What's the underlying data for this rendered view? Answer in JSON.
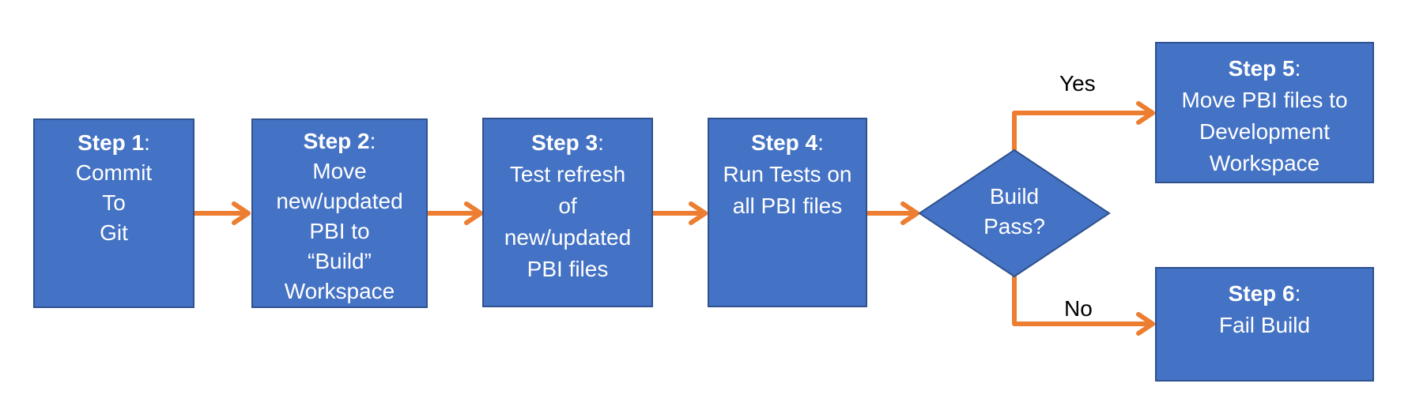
{
  "colors": {
    "box_fill": "#4472C4",
    "box_border": "#2F528F",
    "arrow": "#ED7D31",
    "text_on_box": "#FFFFFF",
    "label_text": "#000000"
  },
  "steps": [
    {
      "title": "Step 1",
      "lines": [
        "Commit",
        "To",
        "Git"
      ]
    },
    {
      "title": "Step 2",
      "lines": [
        "Move",
        "new/updated",
        "PBI to",
        "“Build”",
        "Workspace"
      ]
    },
    {
      "title": "Step 3",
      "lines": [
        "Test refresh",
        "of",
        "new/updated",
        "PBI files"
      ]
    },
    {
      "title": "Step 4",
      "lines": [
        "Run Tests on",
        "all PBI files"
      ]
    },
    {
      "title": "Step 5",
      "lines": [
        "Move PBI files to",
        "Development",
        "Workspace"
      ]
    },
    {
      "title": "Step 6",
      "lines": [
        "Fail Build"
      ]
    }
  ],
  "decision": {
    "lines": [
      "Build",
      "Pass?"
    ]
  },
  "branches": {
    "yes": "Yes",
    "no": "No"
  }
}
